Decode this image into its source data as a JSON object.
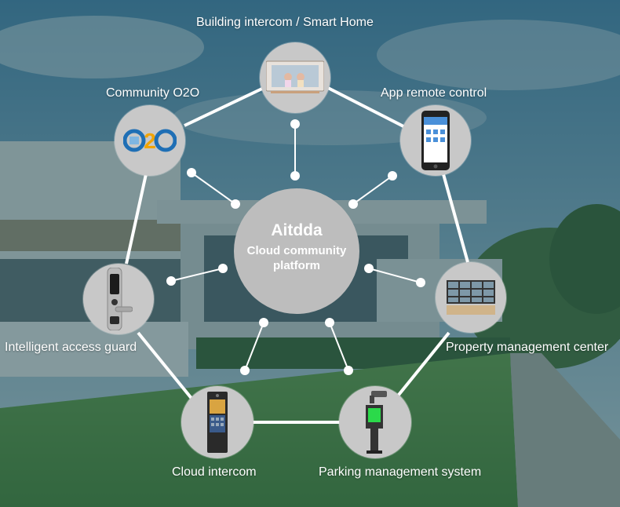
{
  "center": {
    "title": "Aitdda",
    "subtitle": "Cloud community platform"
  },
  "nodes": {
    "building_intercom": {
      "label": "Building intercom / Smart Home"
    },
    "app_remote": {
      "label": "App remote control"
    },
    "property_center": {
      "label": "Property management center"
    },
    "parking": {
      "label": "Parking management system"
    },
    "cloud_intercom": {
      "label": "Cloud intercom"
    },
    "access_guard": {
      "label": "Intelligent access guard"
    },
    "community_o2o": {
      "label": "Community O2O"
    }
  },
  "icons": {
    "building_intercom": "indoor-monitor-icon",
    "app_remote": "smartphone-app-icon",
    "property_center": "surveillance-monitor-wall-icon",
    "parking": "parking-barrier-terminal-icon",
    "cloud_intercom": "door-intercom-panel-icon",
    "access_guard": "smart-lock-icon",
    "community_o2o": "o2o-logo-icon"
  },
  "colors": {
    "ring_line": "#ffffff",
    "node_fill": "#c8c8c8",
    "center_fill": "#bdbdbd",
    "text": "#ffffff"
  }
}
